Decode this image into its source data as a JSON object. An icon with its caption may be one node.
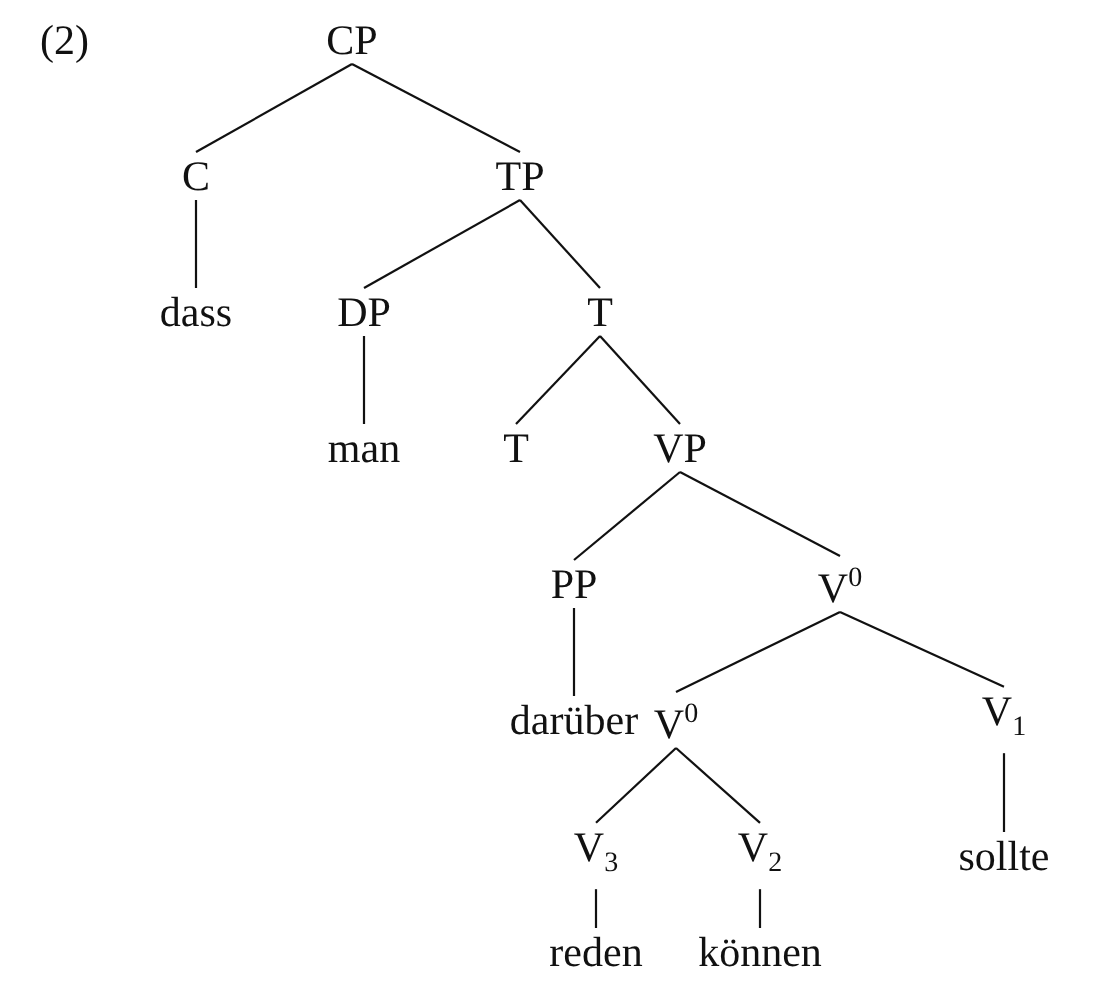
{
  "diagram": {
    "nodes": [
      {
        "text": [
          "CP"
        ]
      },
      {
        "text": [
          "C"
        ]
      },
      {
        "text": [
          "TP"
        ]
      },
      {
        "text": [
          "dass"
        ]
      },
      {
        "text": [
          "DP"
        ]
      },
      {
        "text": [
          "T"
        ]
      },
      {
        "text": [
          "man"
        ]
      },
      {
        "text": [
          "T"
        ]
      },
      {
        "text": [
          "VP"
        ]
      },
      {
        "text": [
          "PP"
        ]
      },
      {
        "text": [
          "V$^{0}$"
        ]
      },
      {
        "text": [
          "darüber"
        ]
      },
      {
        "text": [
          "V$^{0}$"
        ]
      },
      {
        "text": [
          "V$_{1}$"
        ]
      },
      {
        "text": [
          "sollte"
        ]
      },
      {
        "text": [
          "V$_{3}$"
        ]
      },
      {
        "text": [
          "V$_{2}$"
        ]
      },
      {
        "text": [
          "reden"
        ]
      },
      {
        "text": [
          "können"
        ]
      }
    ],
    "edges": [
      {
        "from": 0,
        "to": 1,
        "arrow": "none"
      },
      {
        "from": 0,
        "to": 2,
        "arrow": "none"
      },
      {
        "from": 1,
        "to": 3,
        "arrow": "none"
      },
      {
        "from": 2,
        "to": 4,
        "arrow": "none"
      },
      {
        "from": 2,
        "to": 5,
        "arrow": "none"
      },
      {
        "from": 4,
        "to": 6,
        "arrow": "none"
      },
      {
        "from": 5,
        "to": 7,
        "arrow": "none"
      },
      {
        "from": 5,
        "to": 8,
        "arrow": "none"
      },
      {
        "from": 8,
        "to": 9,
        "arrow": "none"
      },
      {
        "from": 8,
        "to": 10,
        "arrow": "none"
      },
      {
        "from": 9,
        "to": 11,
        "arrow": "none"
      },
      {
        "from": 10,
        "to": 12,
        "arrow": "none"
      },
      {
        "from": 10,
        "to": 13,
        "arrow": "none"
      },
      {
        "from": 13,
        "to": 14,
        "arrow": "none"
      },
      {
        "from": 12,
        "to": 15,
        "arrow": "none"
      },
      {
        "from": 12,
        "to": 16,
        "arrow": "none"
      },
      {
        "from": 15,
        "to": 17,
        "arrow": "none"
      },
      {
        "from": 16,
        "to": 18,
        "arrow": "none"
      }
    ],
    "labels": [
      "(2)"
    ]
  }
}
